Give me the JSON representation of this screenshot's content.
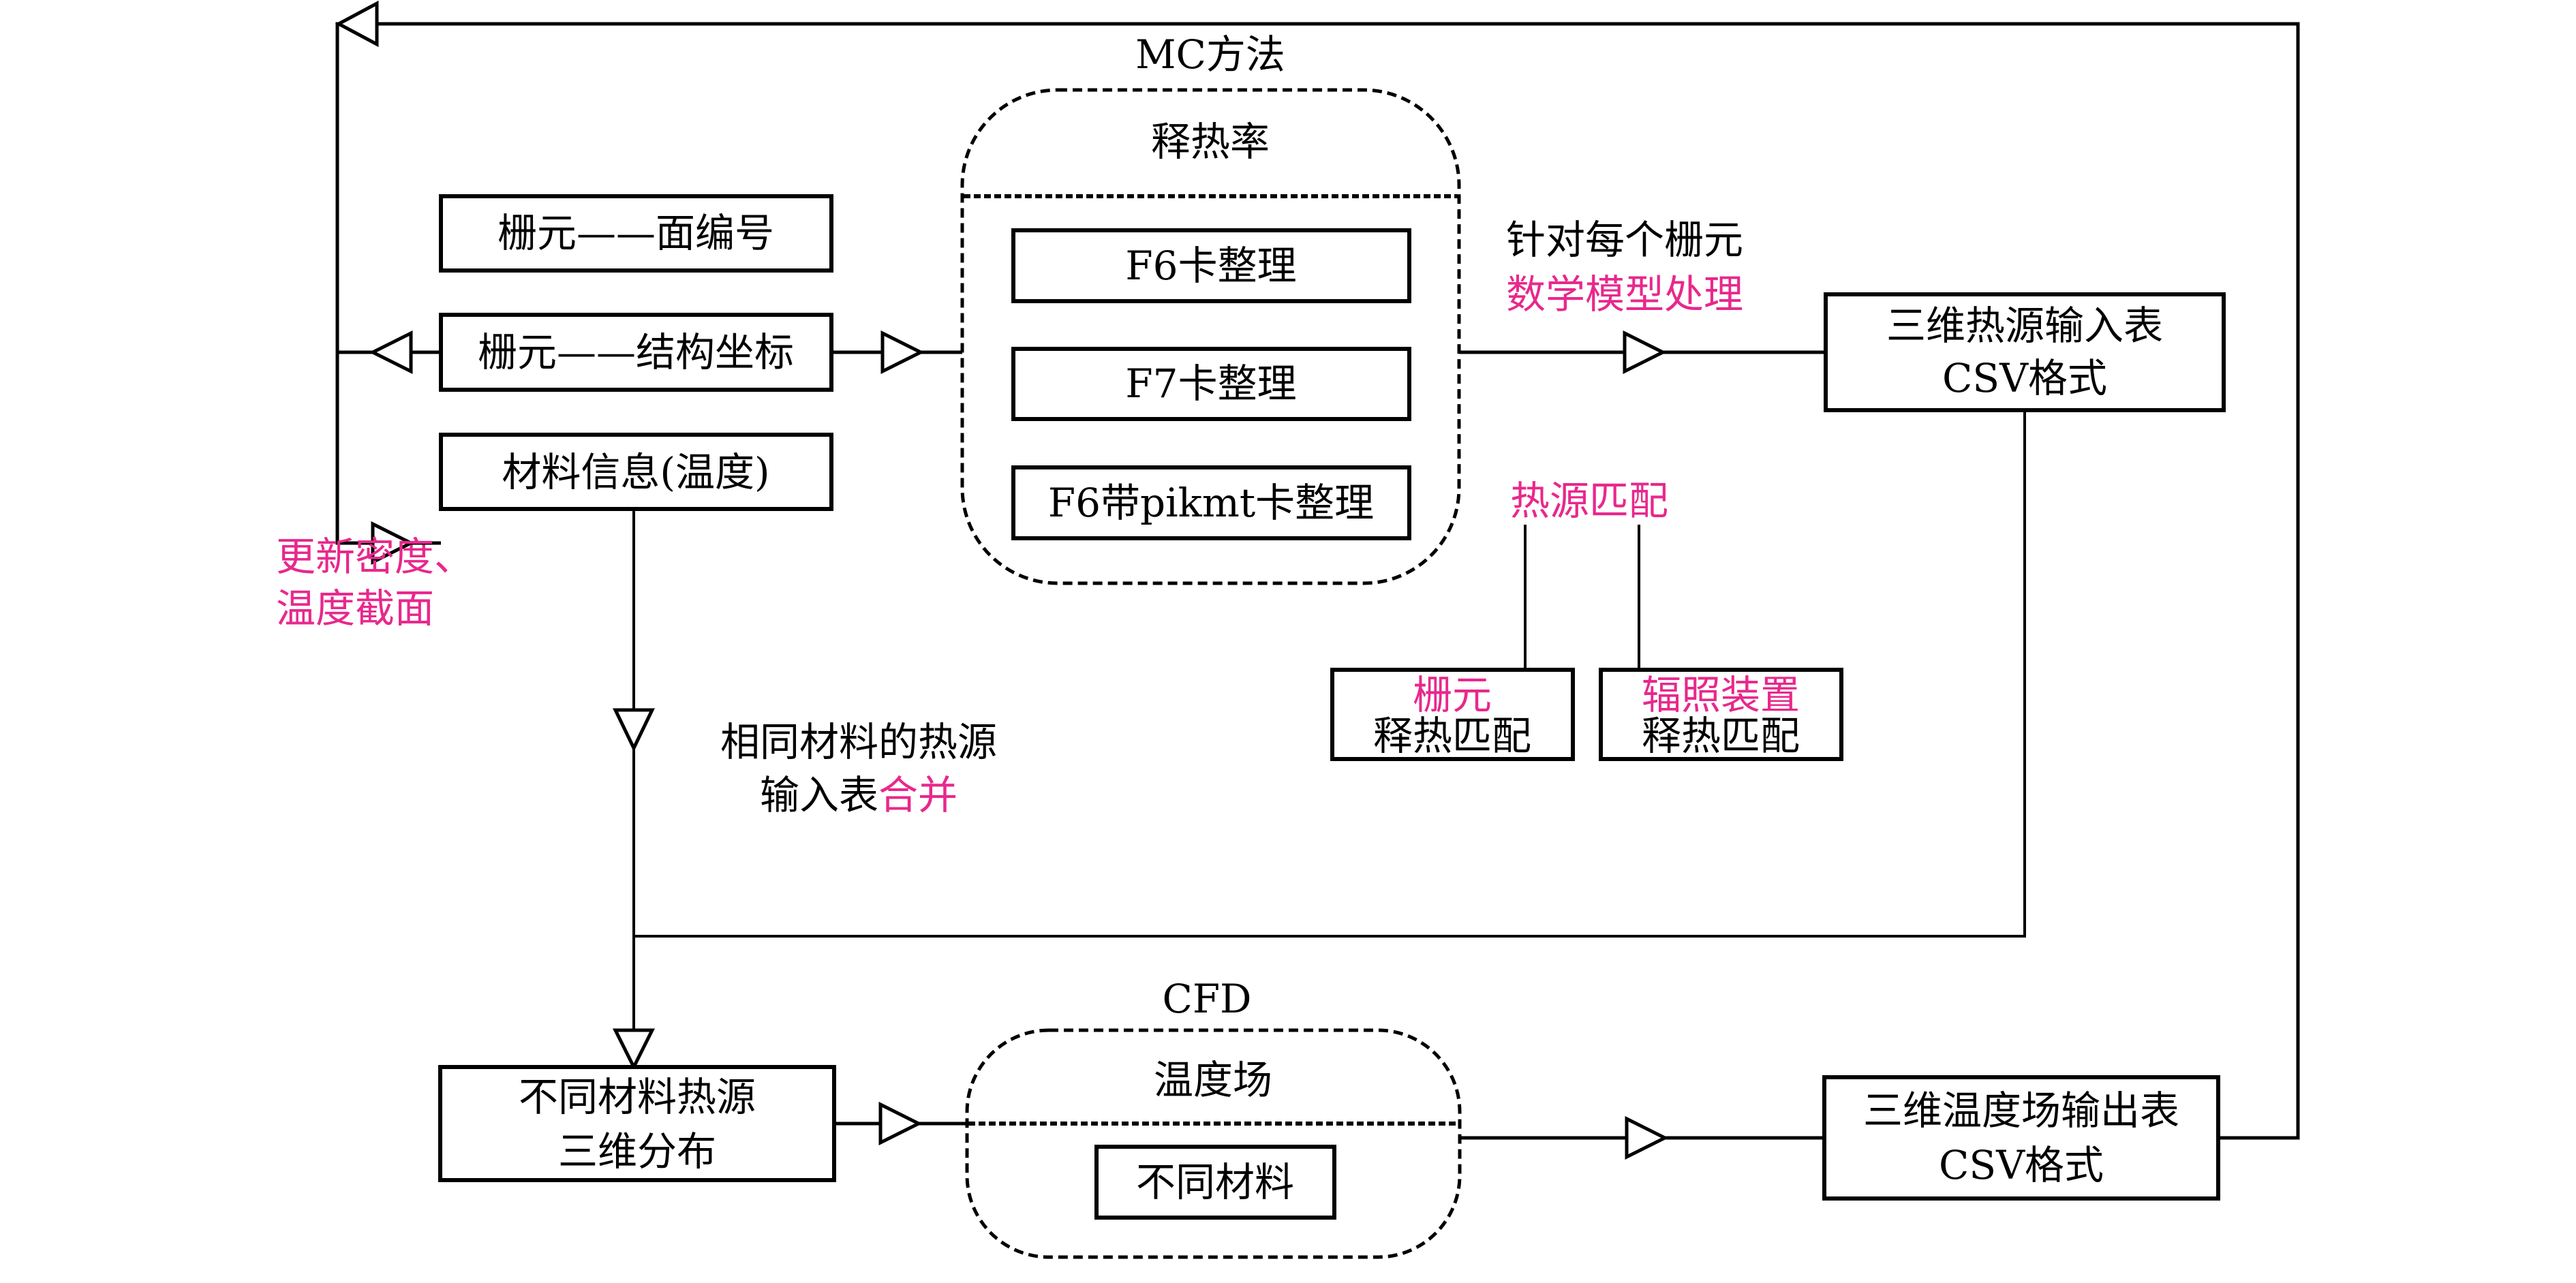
{
  "colors": {
    "highlight": "#E8288C",
    "line": "#000000",
    "background": "#FFFFFF"
  },
  "mc_group": {
    "title": "MC方法",
    "header": "释热率",
    "cards": [
      "F6卡整理",
      "F7卡整理",
      "F6带pikmt卡整理"
    ]
  },
  "left_boxes": {
    "face_number": "栅元——面编号",
    "structure_coords": "栅元——结构坐标",
    "material_info": "材料信息(温度)"
  },
  "update_note": {
    "line1": "更新密度、",
    "line2": "温度截面"
  },
  "per_cell_note": {
    "line1": "针对每个栅元",
    "line2": "数学模型处理"
  },
  "heat_source_input_table": {
    "line1": "三维热源输入表",
    "line2": "CSV格式"
  },
  "heat_source_match": {
    "label": "热源匹配",
    "cell_match": {
      "line1": "栅元",
      "line2": "释热匹配"
    },
    "device_match": {
      "line1": "辐照装置",
      "line2": "释热匹配"
    }
  },
  "merge_note": {
    "line1": "相同材料的热源",
    "line2_black": "输入表",
    "line2_pink": "合并"
  },
  "distribution_box": {
    "line1": "不同材料热源",
    "line2": "三维分布"
  },
  "cfd_group": {
    "title": "CFD",
    "header": "温度场",
    "card": "不同材料"
  },
  "temperature_output_table": {
    "line1": "三维温度场输出表",
    "line2": "CSV格式"
  },
  "arrow_style": "open-triangle"
}
